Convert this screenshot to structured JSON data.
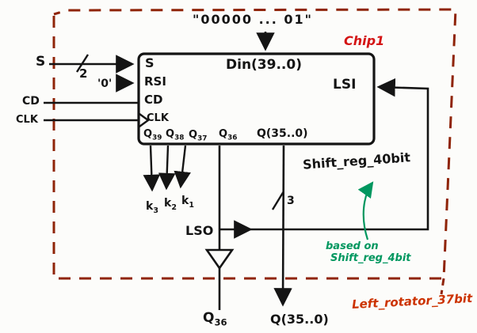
{
  "colors": {
    "ink": "#141414",
    "chip_name_red": "#d41414",
    "boundary_red": "#8f2408",
    "annotation_green": "#00975f",
    "title_red": "#cc3300",
    "background": "#fcfcfa"
  },
  "top": {
    "din_value": "\"00000 ... 01\"",
    "chip_name": "Chip1"
  },
  "chip": {
    "din_port": "Din(39..0)",
    "left_ports": [
      {
        "label": "S"
      },
      {
        "label": "RSI"
      },
      {
        "label": "CD"
      },
      {
        "label": "CLK"
      }
    ],
    "lsi_port": "LSI",
    "bottom_ports": [
      {
        "base": "Q",
        "sub": "39"
      },
      {
        "base": "Q",
        "sub": "38"
      },
      {
        "base": "Q",
        "sub": "37"
      },
      {
        "base": "Q",
        "sub": "36"
      },
      {
        "base": "Q(35..0)",
        "sub": ""
      }
    ]
  },
  "inputs": {
    "s_label": "S",
    "s_bus_width": "2",
    "rsi_value": "'0'",
    "cd_label": "CD",
    "clk_label": "CLK"
  },
  "outputs": {
    "k": [
      {
        "base": "k",
        "sub": "3"
      },
      {
        "base": "k",
        "sub": "2"
      },
      {
        "base": "k",
        "sub": "1"
      }
    ],
    "lso_label": "LSO",
    "q36_out": {
      "base": "Q",
      "sub": "36"
    },
    "qbus_label": "Q(35..0)",
    "qbus_width": "3"
  },
  "annotations": {
    "impl_name": "Shift_reg_40bit",
    "based_on_line1": "based  on",
    "based_on_line2": "Shift_reg_4bit",
    "diagram_title": "Left_rotator_37bit"
  }
}
